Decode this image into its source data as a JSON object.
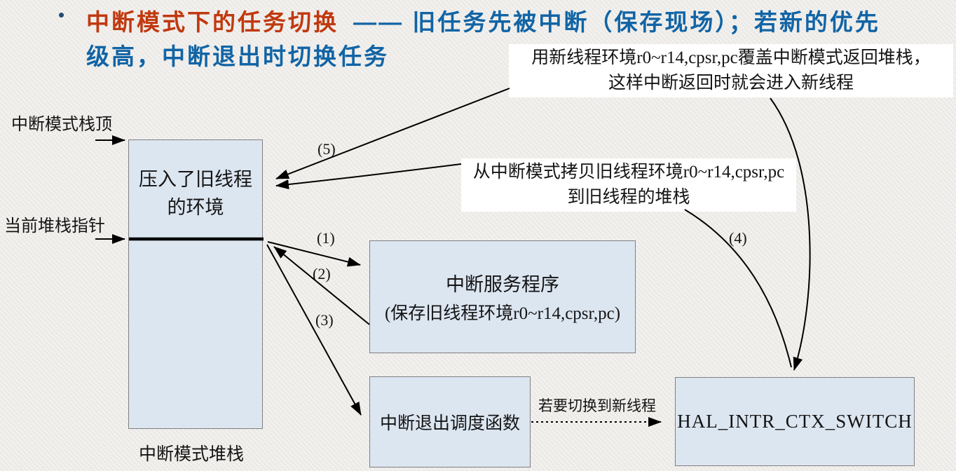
{
  "title": {
    "bullet": "•",
    "red_text": "中断模式下的任务切换",
    "blue_text_line1": "—— 旧任务先被中断（保存现场）；若新的优先",
    "blue_text_line2": "级高，中断退出时切换任务",
    "red_color": "#c0390f",
    "blue_color": "#1164a5"
  },
  "pointers": {
    "stack_top_label": "中断模式栈顶",
    "stack_pointer_label": "当前堆栈指针"
  },
  "stack": {
    "content_line1": "压入了旧线程",
    "content_line2": "的环境",
    "caption": "中断模式堆栈"
  },
  "boxes": {
    "isr_line1": "中断服务程序",
    "isr_line2": "(保存旧线程环境r0~r14,cpsr,pc)",
    "exit_label": "中断退出调度函数",
    "hal_label": "HAL_INTR_CTX_SWITCH"
  },
  "notes": {
    "overwrite_line1": "用新线程环境r0~r14,cpsr,pc覆盖中断模式返回堆栈，",
    "overwrite_line2": "这样中断返回时就会进入新线程",
    "copy_line1": "从中断模式拷贝旧线程环境r0~r14,cpsr,pc",
    "copy_line2": "到旧线程的堆栈"
  },
  "steps": {
    "s1": "(1)",
    "s2": "(2)",
    "s3": "(3)",
    "s4": "(4)",
    "s5": "(5)"
  },
  "edge_labels": {
    "switch_condition": "若要切换到新线程"
  },
  "colors": {
    "background": "#eeece9",
    "box_fill": "#dce6f1",
    "box_border": "#7f7f7f",
    "note_background": "#ffffff",
    "line": "#000000",
    "title_red": "#c0390f",
    "title_blue": "#1164a5"
  }
}
